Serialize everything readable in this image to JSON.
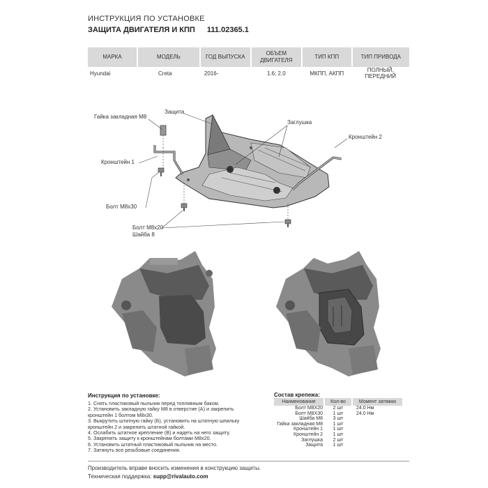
{
  "header": {
    "subtitle": "ИНСТРУКЦИЯ ПО УСТАНОВКЕ",
    "title": "ЗАЩИТА ДВИГАТЕЛЯ И КПП",
    "article": "111.02365.1"
  },
  "spec_table": {
    "headers": [
      "МАРКА",
      "МОДЕЛЬ",
      "ГОД ВЫПУСКА",
      "ОБЪЕМ ДВИГАТЕЛЯ",
      "ТИП КПП",
      "ТИП ПРИВОДА"
    ],
    "row": [
      "Hyundai",
      "Creta",
      "2016-",
      "1.6; 2.0",
      "МКПП, АКПП",
      "ПОЛНЫЙ, ПЕРЕДНИЙ"
    ]
  },
  "diagram_labels": {
    "nut": "Гайка закладная М8",
    "guard": "Защита",
    "plug": "Заглушка",
    "bracket2": "Кронштейн 2",
    "bracket1": "Кронштейн 1",
    "bolt30": "Болт М8х30",
    "bolt20": "Болт М8х20",
    "washer": "Шайба 8"
  },
  "instructions": {
    "title": "Инструкция по установке:",
    "steps": [
      "1. Снять пластиковый пыльник перед топливным баком.",
      "2. Установить закладную гайку М8 в отверстие (А) и закрепить",
      "кронштейн 1 болтом М8х30.",
      "3. Выкрутить штатную гайку (Б), установить на штатную шпильку",
      "кронштейн 2 и закрепить штатной гайкой.",
      "4. Ослабить штатное крепление (В) и надеть на него защиту.",
      "5. Закрепить защиту к кронштейнам болтами М8х20.",
      "6. Установить штатный пластиковый пыльник на место.",
      "7. Затянуть все резьбовые соединения."
    ]
  },
  "kit": {
    "title": "Состав крепежа:",
    "headers": [
      "Наименование",
      "Кол-во",
      "Момент затяжки"
    ],
    "rows": [
      [
        "Болт М8Х20",
        "2 шт",
        "24.0 Нм"
      ],
      [
        "Болт М8Х30",
        "1 шт",
        "24.0 Нм"
      ],
      [
        "Шайба М8",
        "3 шт",
        ""
      ],
      [
        "Гайка закладная М8",
        "1 шт",
        ""
      ],
      [
        "Кронштейн 1",
        "1 шт",
        ""
      ],
      [
        "Кронштейн 2",
        "1 шт",
        ""
      ],
      [
        "Заглушка",
        "2 шт",
        ""
      ],
      [
        "Защита",
        "1 шт",
        ""
      ]
    ]
  },
  "footer": {
    "note": "Производитель вправе вносить изменения в конструкцию защиты.",
    "support_label": "Техническая поддержка:",
    "support_email": "supp@rivalauto.com"
  }
}
